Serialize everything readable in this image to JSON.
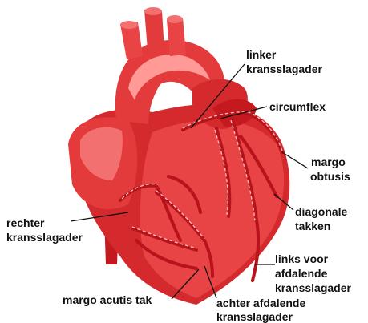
{
  "diagram": {
    "labels": {
      "linker": [
        "linker",
        "kransslagader"
      ],
      "circumflex": [
        "circumflex"
      ],
      "margo_obtusis": [
        "margo",
        "obtusis"
      ],
      "diagonale": [
        "diagonale",
        "takken"
      ],
      "links_voor": [
        "links voor",
        "afdalende",
        "kransslagader"
      ],
      "achter": [
        "achter afdalende",
        "kransslagader"
      ],
      "margo_acutis": [
        "margo acutis tak"
      ],
      "rechter": [
        "rechter",
        "kransslagader"
      ]
    }
  },
  "colors": {
    "heart_dark": "#c41a1f",
    "heart_mid": "#e33a3c",
    "heart_light": "#f27070",
    "heart_highlight": "#ff9a96",
    "vessel": "#b8121a",
    "vessel_dash": "#f3c4c4",
    "leader": "#111111"
  }
}
